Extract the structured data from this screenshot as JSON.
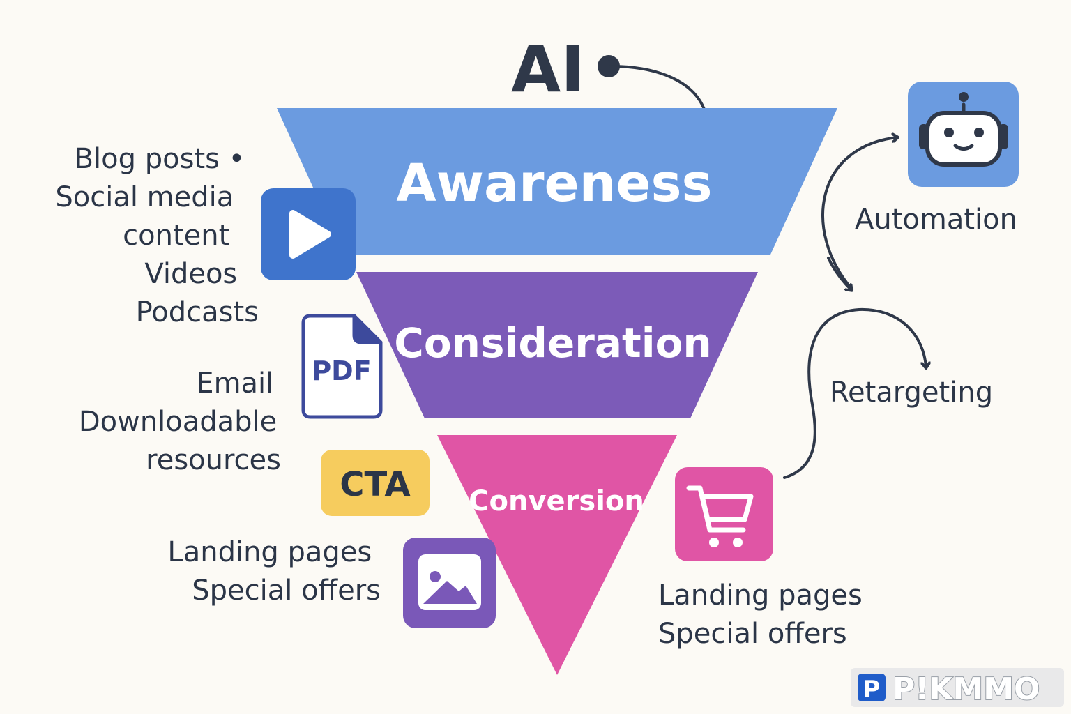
{
  "title": "AI",
  "stages": [
    {
      "label": "Awareness",
      "color": "#6b9be0"
    },
    {
      "label": "Consideration",
      "color": "#7c5bb8"
    },
    {
      "label": "Conversion",
      "color": "#e055a5"
    }
  ],
  "left_groups": [
    {
      "lines": [
        "Blog posts •",
        "Social media",
        "content",
        "Videos",
        "Podcasts"
      ]
    },
    {
      "lines": [
        "Email",
        "Downloadable",
        "resources"
      ]
    },
    {
      "lines": [
        "Landing pages",
        "Special offers"
      ]
    }
  ],
  "icons": {
    "video": {
      "name": "play-video-icon",
      "color": "#3f74cc"
    },
    "pdf": {
      "name": "pdf-document-icon",
      "label": "PDF",
      "color": "#3d4a9c"
    },
    "cta": {
      "name": "cta-badge",
      "label": "CTA",
      "color": "#f6cc5e"
    },
    "image": {
      "name": "image-icon",
      "color": "#7a58b8"
    },
    "robot": {
      "name": "robot-icon",
      "color": "#6b9be0"
    },
    "cart": {
      "name": "shopping-cart-icon",
      "color": "#e055a5"
    }
  },
  "right_labels": {
    "automation": "Automation",
    "retargeting": "Retargeting",
    "conversion_lines": [
      "Landing pages",
      "Special offers"
    ]
  },
  "watermark": "P!KMMO"
}
